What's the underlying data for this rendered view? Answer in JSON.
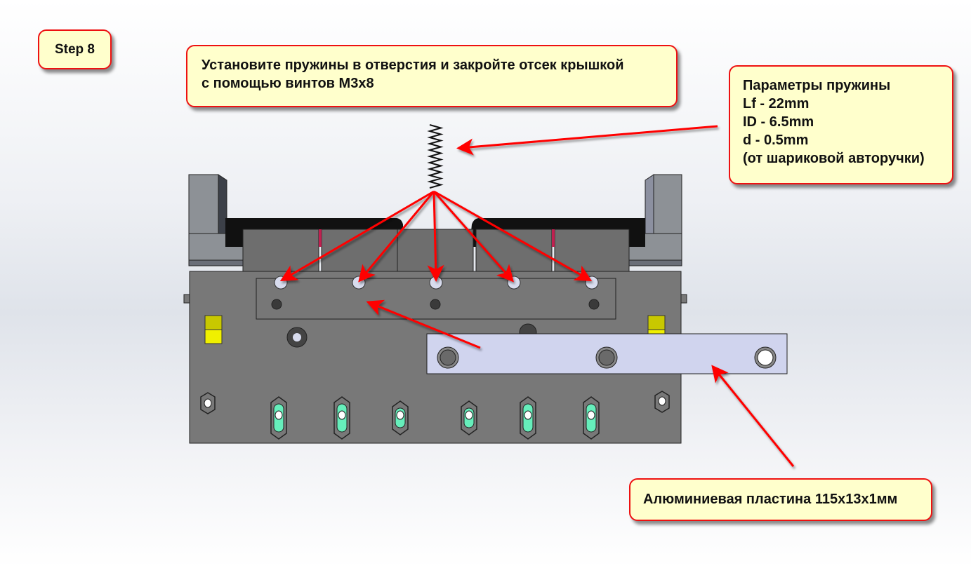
{
  "step_label": "Step 8",
  "instruction": {
    "line1": "Установите пружины в отверстия и закройте отсек крышкой",
    "line2": "с помощью винтов M3x8"
  },
  "spring_params": {
    "title": "Параметры пружины",
    "lf": "Lf - 22mm",
    "id": "ID - 6.5mm",
    "d": "d - 0.5mm",
    "source": "(от шариковой авторучки)"
  },
  "plate_label": "Алюминиевая пластина 115x13x1мм",
  "colors": {
    "callout_fill": "#ffffcc",
    "callout_border": "#ee1111",
    "arrow": "#ff0000",
    "body_gray": "#787878",
    "plate_fill": "#d0d4ee",
    "yellow_clip": "#d4d400",
    "slot_green": "#66eebb"
  },
  "spring_holes_count": 5
}
